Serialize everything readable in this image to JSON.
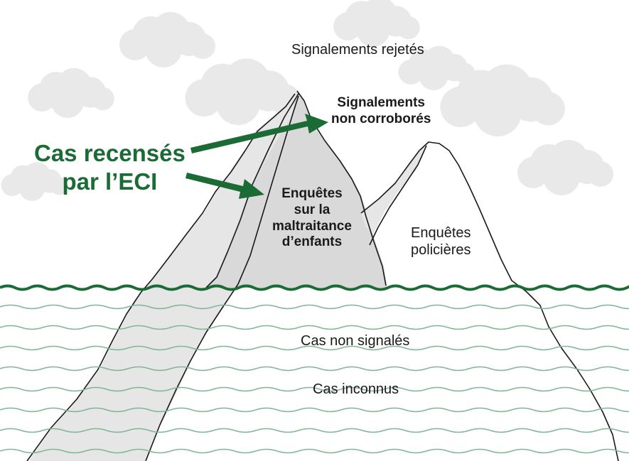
{
  "colors": {
    "accent_green": "#1b6b35",
    "wave_green": "#7fb69a",
    "cloud_gray": "#e9e9e9",
    "left_face": "#e6e6e6",
    "middle_face": "#d9d9d9"
  },
  "labels": {
    "rejected": "Signalements rejetés",
    "unsubstantiated": [
      "Signalements",
      "non corroborés"
    ],
    "eci_cases": [
      "Cas recensés",
      "par l’ECI"
    ],
    "child_maltreatment": [
      "Enquêtes",
      "sur la",
      "maltraitance",
      "d’enfants"
    ],
    "police": [
      "Enquêtes",
      "policières"
    ],
    "unreported": "Cas non signalés",
    "unknown": "Cas inconnus"
  },
  "icons": {
    "clouds": "cloud-icon",
    "arrows": "arrow-right-icon",
    "waves": "wave-icon"
  }
}
